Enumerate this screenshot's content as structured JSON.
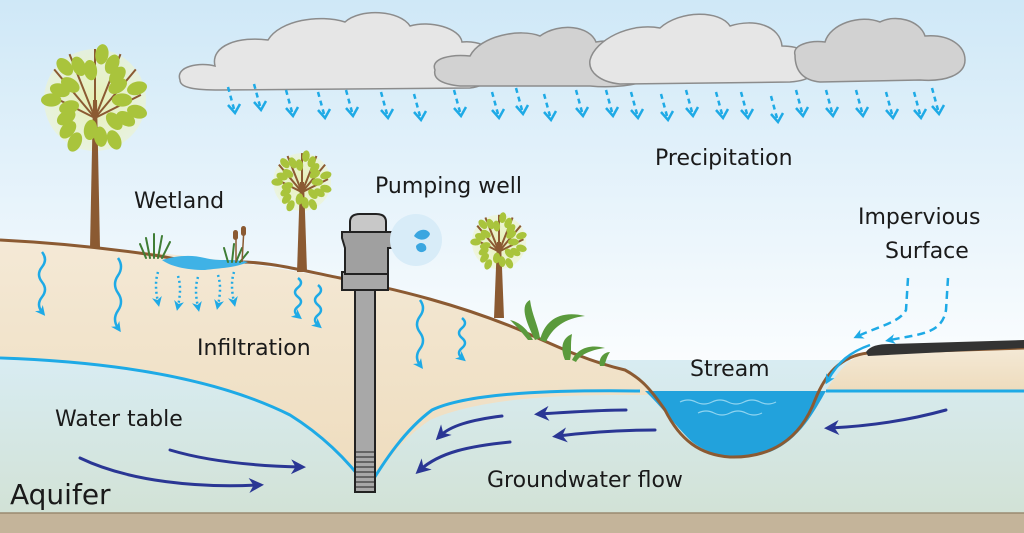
{
  "title": "Groundwater and surface water interaction",
  "labels": {
    "precipitation": "Precipitation",
    "pumping_well": "Pumping well",
    "wetland": "Wetland",
    "impervious_line1": "Impervious",
    "impervious_line2": "Surface",
    "infiltration": "Infiltration",
    "stream": "Stream",
    "water_table": "Water table",
    "groundwater_flow": "Groundwater flow",
    "aquifer": "Aquifer"
  },
  "colors": {
    "sky_top": "#d6ecf8",
    "sky_bottom": "#ffffff",
    "soil": "#f2e4cc",
    "soil_line": "#8b5a32",
    "aquifer": "#d5e6e2",
    "water_table_line": "#1eaae6",
    "stream_water": "#22a2dc",
    "rain": "#1eaae6",
    "flow_arrow": "#2a3694",
    "cloud_light": "#e6e6e6",
    "cloud_dark": "#cfcfcf",
    "cloud_stroke": "#8c8c8c",
    "bedrock": "#c4b49a",
    "well_gray": "#a8a8a8",
    "pavement": "#3a3a3a",
    "leaf": "#a9c43c",
    "trunk": "#8b5a32",
    "grass": "#4a8a3a"
  },
  "icons": [
    "cloud-icon",
    "raindrop-arrow-icon",
    "tree-icon",
    "pumping-well-icon",
    "water-splash-icon",
    "grass-icon",
    "cattail-icon",
    "flow-arrow-icon"
  ]
}
